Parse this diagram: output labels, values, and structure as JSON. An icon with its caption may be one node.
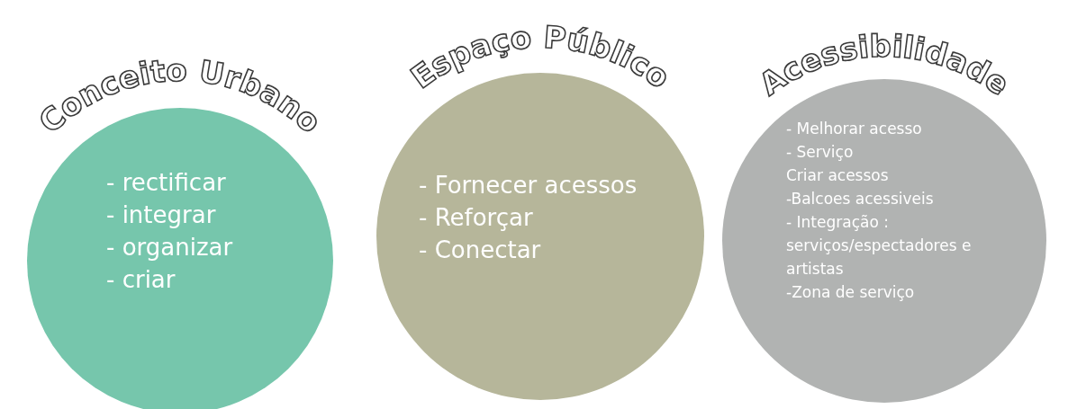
{
  "diagram": {
    "nodes": [
      {
        "text": [
          "Conceito Urbano",
          "- rectificar",
          "- integrar",
          "- organizar",
          "- criar"
        ]
      },
      {
        "text": [
          "Espaço Público",
          "- Fornecer acessos",
          "- Reforçar",
          "- Conectar"
        ]
      },
      {
        "text": [
          "Acessibilidade",
          "- Melhorar acesso",
          "- Serviço",
          "Criar acessos",
          "-Balcoes acessiveis",
          "- Integração : serviços/espectadores e artistas",
          "-Zona de serviço"
        ]
      }
    ],
    "edges": []
  }
}
